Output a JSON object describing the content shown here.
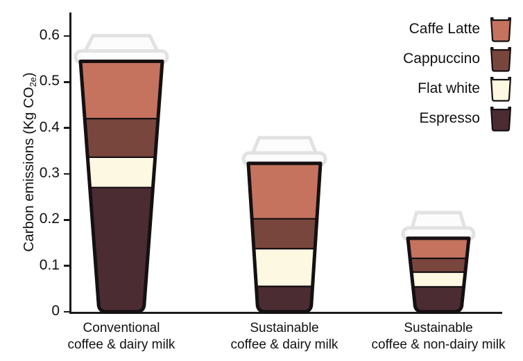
{
  "chart_data": {
    "type": "bar",
    "subtype": "stacked",
    "title": "",
    "xlabel": "",
    "ylabel": "Carbon emissions (Kg CO2e)",
    "ylabel_parts": {
      "main": "Carbon emissions (Kg CO",
      "sub": "2e",
      "tail": ")"
    },
    "categories": [
      "Conventional coffee & dairy milk",
      "Sustainable coffee & dairy milk",
      "Sustainable coffee & non-dairy milk"
    ],
    "category_lines": [
      [
        "Conventional",
        "coffee & dairy milk"
      ],
      [
        "Sustainable",
        "coffee & dairy milk"
      ],
      [
        "Sustainable",
        "coffee & non-dairy milk"
      ]
    ],
    "series": [
      {
        "name": "Caffe Latte",
        "color": "#C5735F",
        "values": [
          0.123,
          0.119,
          0.042
        ]
      },
      {
        "name": "Cappuccino",
        "color": "#79463E",
        "values": [
          0.084,
          0.065,
          0.03
        ]
      },
      {
        "name": "Flat white",
        "color": "#FDF8E2",
        "values": [
          0.066,
          0.082,
          0.032
        ]
      },
      {
        "name": "Espresso",
        "color": "#4B2C33",
        "values": [
          0.272,
          0.057,
          0.056
        ]
      }
    ],
    "totals": [
      0.545,
      0.323,
      0.16
    ],
    "ylim": [
      0,
      0.645
    ],
    "yticks": [
      0,
      0.1,
      0.2,
      0.3,
      0.4,
      0.5,
      0.6
    ],
    "ytick_labels": [
      "0",
      "0.1",
      "0.2",
      "0.3",
      "0.4",
      "0.5",
      "0.6"
    ],
    "grid": false,
    "legend_position": "top-right",
    "legend_entries": [
      {
        "label": "Caffe Latte",
        "color": "#C5735F"
      },
      {
        "label": "Cappuccino",
        "color": "#79463E"
      },
      {
        "label": "Flat white",
        "color": "#FDF8E2"
      },
      {
        "label": "Espresso",
        "color": "#4B2C33"
      }
    ],
    "colors": {
      "caffe_latte": "#C5735F",
      "cappuccino": "#79463E",
      "flat_white": "#FDF8E2",
      "espresso": "#4B2C33",
      "outline": "#151012",
      "lid": "#FCFCFC",
      "lid_outline": "#E2E2E2",
      "axis": "#1A1A1A",
      "background": "#FFFFFF"
    }
  }
}
